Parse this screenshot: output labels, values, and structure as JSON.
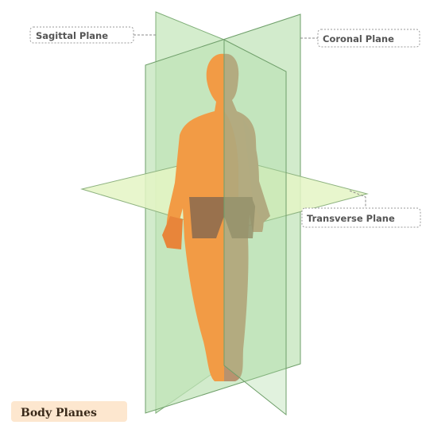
{
  "title": "Body Planes",
  "labels": {
    "sagittal": "Sagittal Plane",
    "coronal": "Coronal Plane",
    "transverse": "Transverse Plane"
  },
  "colors": {
    "plane_fill": "#b8e2b0",
    "plane_edge": "#6f9f6a",
    "transverse_fill": "#e3f3c2",
    "skin_front": "#f29b45",
    "skin_shadow": "#d9793a",
    "skin_back": "#b69371",
    "shorts": "#8a6a4f",
    "title_bg": "#fde7cf"
  },
  "icons": {
    "figure": "human-figure-icon"
  }
}
